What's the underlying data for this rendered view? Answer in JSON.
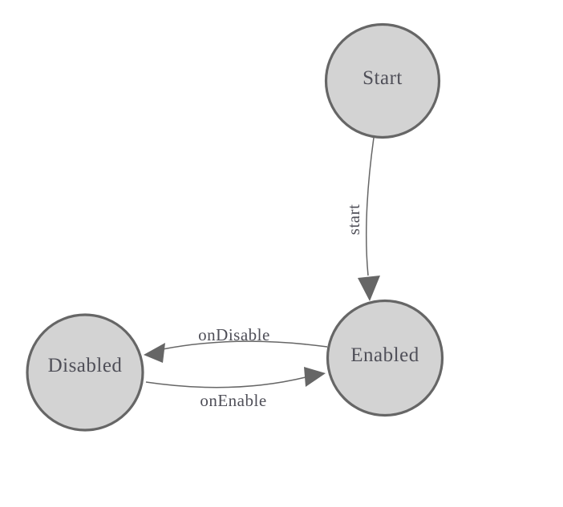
{
  "diagram": {
    "type": "state-machine",
    "nodes": [
      {
        "id": "start",
        "label": "Start"
      },
      {
        "id": "enabled",
        "label": "Enabled"
      },
      {
        "id": "disabled",
        "label": "Disabled"
      }
    ],
    "edges": [
      {
        "id": "start-transition",
        "from": "Start",
        "to": "Enabled",
        "label": "start"
      },
      {
        "id": "ondisable-transition",
        "from": "Enabled",
        "to": "Disabled",
        "label": "onDisable"
      },
      {
        "id": "onenable-transition",
        "from": "Disabled",
        "to": "Enabled",
        "label": "onEnable"
      }
    ],
    "colors": {
      "background": "#ffffff",
      "node_fill": "#d3d3d3",
      "node_border": "#666666",
      "edge": "#666666",
      "label_text": "#4f4f58"
    }
  }
}
